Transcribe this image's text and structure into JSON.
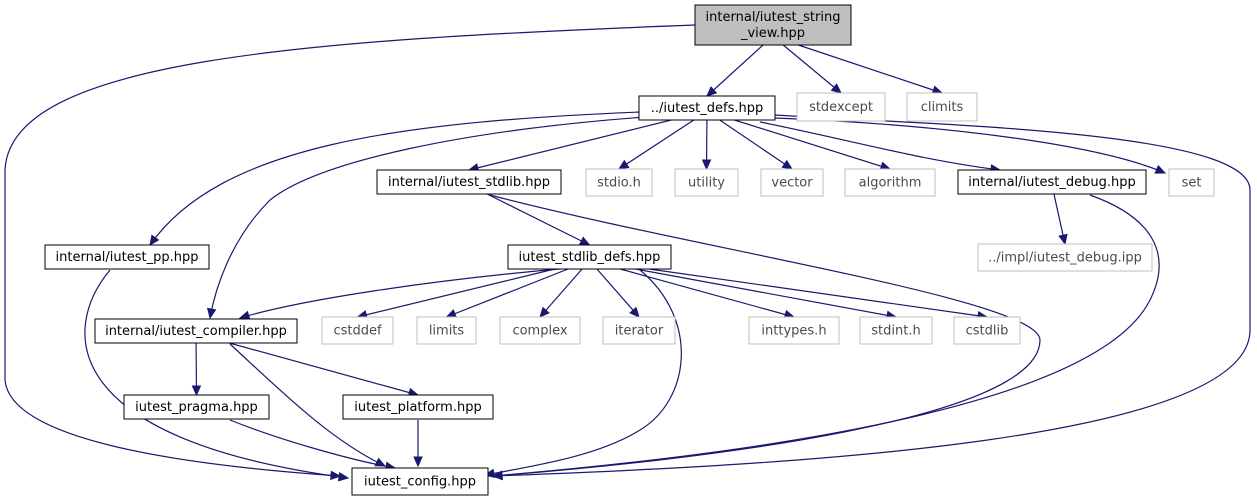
{
  "graph": {
    "nodes": {
      "root": {
        "lines": [
          "internal/iutest_string",
          "_view.hpp"
        ],
        "kind": "root"
      },
      "defs": {
        "lines": [
          "../iutest_defs.hpp"
        ],
        "kind": "local"
      },
      "stdexcept": {
        "lines": [
          "stdexcept"
        ],
        "kind": "std"
      },
      "climits": {
        "lines": [
          "climits"
        ],
        "kind": "std"
      },
      "stdlib": {
        "lines": [
          "internal/iutest_stdlib.hpp"
        ],
        "kind": "local"
      },
      "stdio": {
        "lines": [
          "stdio.h"
        ],
        "kind": "std"
      },
      "utility": {
        "lines": [
          "utility"
        ],
        "kind": "std"
      },
      "vector": {
        "lines": [
          "vector"
        ],
        "kind": "std"
      },
      "algorithm": {
        "lines": [
          "algorithm"
        ],
        "kind": "std"
      },
      "debug": {
        "lines": [
          "internal/iutest_debug.hpp"
        ],
        "kind": "local"
      },
      "set": {
        "lines": [
          "set"
        ],
        "kind": "std"
      },
      "pp": {
        "lines": [
          "internal/iutest_pp.hpp"
        ],
        "kind": "local"
      },
      "stdlibdefs": {
        "lines": [
          "iutest_stdlib_defs.hpp"
        ],
        "kind": "local"
      },
      "debugipp": {
        "lines": [
          "../impl/iutest_debug.ipp"
        ],
        "kind": "std"
      },
      "compiler": {
        "lines": [
          "internal/iutest_compiler.hpp"
        ],
        "kind": "local"
      },
      "cstddef": {
        "lines": [
          "cstddef"
        ],
        "kind": "std"
      },
      "limits": {
        "lines": [
          "limits"
        ],
        "kind": "std"
      },
      "complex": {
        "lines": [
          "complex"
        ],
        "kind": "std"
      },
      "iterator": {
        "lines": [
          "iterator"
        ],
        "kind": "std"
      },
      "inttypes": {
        "lines": [
          "inttypes.h"
        ],
        "kind": "std"
      },
      "stdint": {
        "lines": [
          "stdint.h"
        ],
        "kind": "std"
      },
      "cstdlib": {
        "lines": [
          "cstdlib"
        ],
        "kind": "std"
      },
      "pragma": {
        "lines": [
          "iutest_pragma.hpp"
        ],
        "kind": "local"
      },
      "platform": {
        "lines": [
          "iutest_platform.hpp"
        ],
        "kind": "local"
      },
      "config": {
        "lines": [
          "iutest_config.hpp"
        ],
        "kind": "local"
      }
    },
    "edges": [
      [
        "root",
        "defs"
      ],
      [
        "root",
        "stdexcept"
      ],
      [
        "root",
        "climits"
      ],
      [
        "root",
        "config"
      ],
      [
        "defs",
        "stdlib"
      ],
      [
        "defs",
        "stdio"
      ],
      [
        "defs",
        "utility"
      ],
      [
        "defs",
        "vector"
      ],
      [
        "defs",
        "algorithm"
      ],
      [
        "defs",
        "debug"
      ],
      [
        "defs",
        "set"
      ],
      [
        "defs",
        "pp"
      ],
      [
        "defs",
        "compiler"
      ],
      [
        "defs",
        "config"
      ],
      [
        "stdlib",
        "stdlibdefs"
      ],
      [
        "stdlib",
        "config"
      ],
      [
        "debug",
        "debugipp"
      ],
      [
        "debug",
        "config"
      ],
      [
        "pp",
        "config"
      ],
      [
        "stdlibdefs",
        "compiler"
      ],
      [
        "stdlibdefs",
        "cstddef"
      ],
      [
        "stdlibdefs",
        "limits"
      ],
      [
        "stdlibdefs",
        "complex"
      ],
      [
        "stdlibdefs",
        "iterator"
      ],
      [
        "stdlibdefs",
        "inttypes"
      ],
      [
        "stdlibdefs",
        "stdint"
      ],
      [
        "stdlibdefs",
        "cstdlib"
      ],
      [
        "stdlibdefs",
        "config"
      ],
      [
        "compiler",
        "pragma"
      ],
      [
        "compiler",
        "platform"
      ],
      [
        "compiler",
        "config"
      ],
      [
        "pragma",
        "config"
      ],
      [
        "platform",
        "config"
      ]
    ]
  }
}
